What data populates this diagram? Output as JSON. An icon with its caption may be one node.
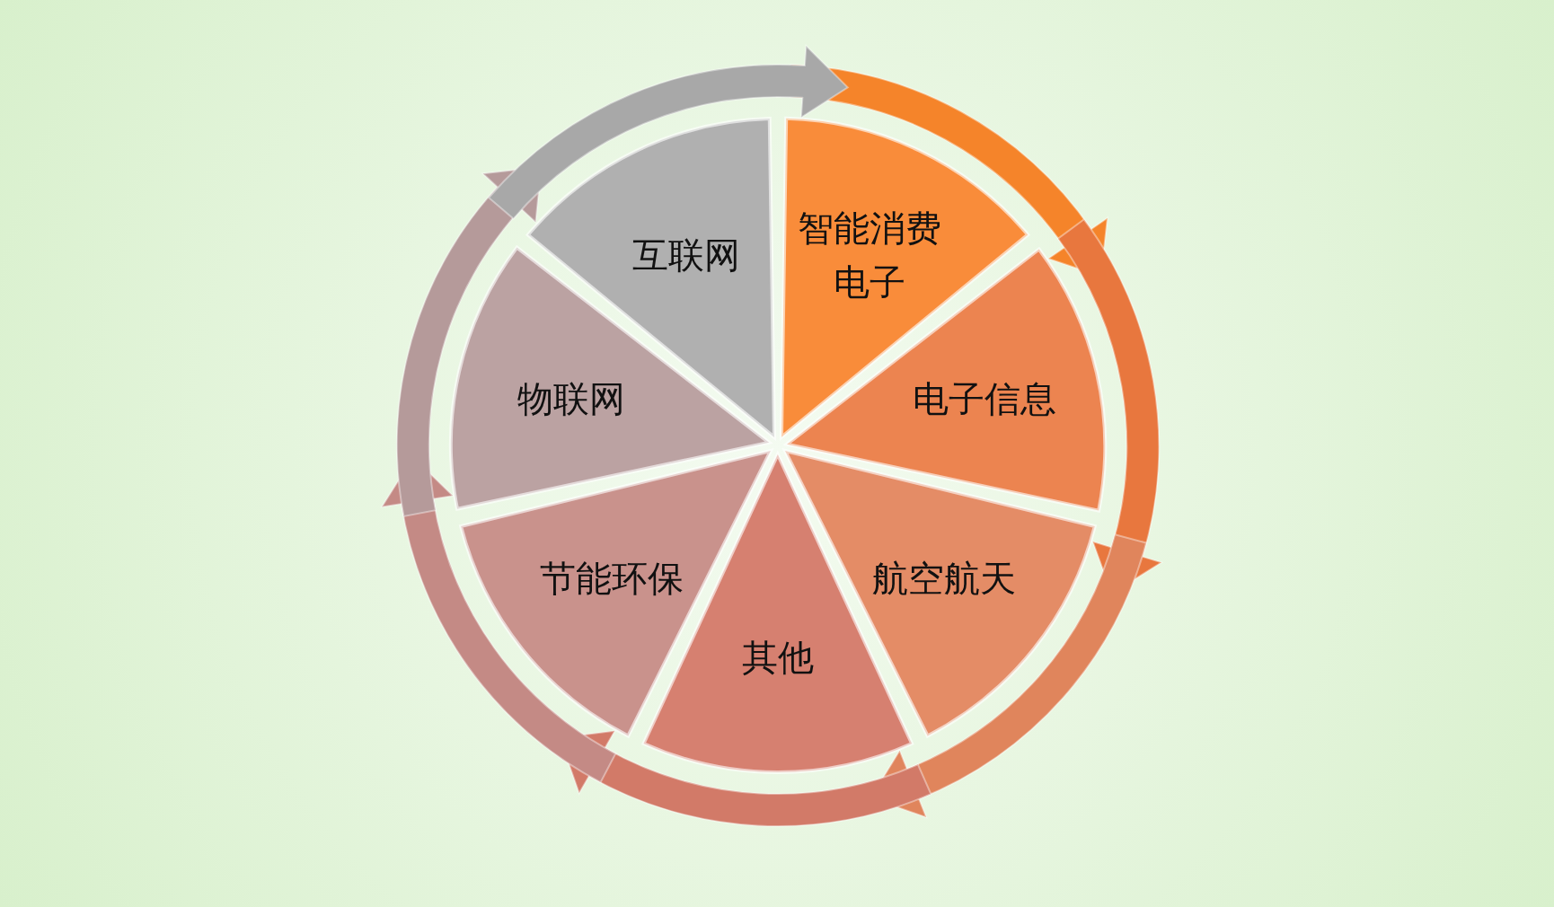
{
  "diagram": {
    "nodes": [
      {
        "text": [
          "智能消费电子"
        ]
      },
      {
        "text": [
          "电子信息"
        ]
      },
      {
        "text": [
          "航空航天"
        ]
      },
      {
        "text": [
          "其他"
        ]
      },
      {
        "text": [
          "节能环保"
        ]
      },
      {
        "text": [
          "物联网"
        ]
      },
      {
        "text": [
          "互联网"
        ]
      }
    ]
  }
}
